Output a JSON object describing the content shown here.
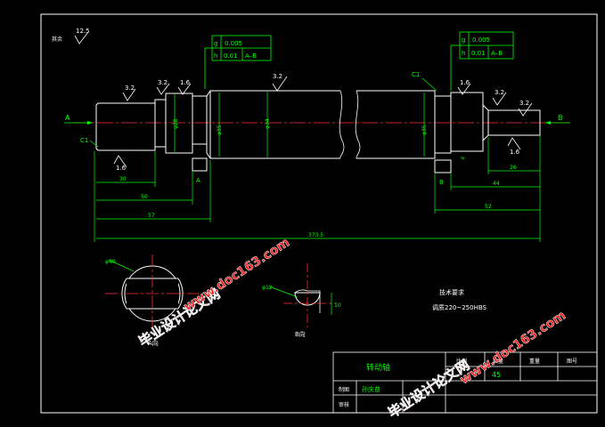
{
  "drawing": {
    "corner_finish": "其余",
    "corner_roughness": "12.5",
    "section_a": {
      "arrow": "A",
      "label": "A向"
    },
    "section_b": {
      "arrow": "B",
      "label": "B向"
    },
    "chamfer_left": "C1",
    "chamfer_right": "C1",
    "roughness_values": [
      "3.2",
      "3.2",
      "1.6",
      "3.2",
      "1.6",
      "1.6",
      "3.2",
      "3.2",
      "1.6"
    ],
    "tol_left": {
      "row1_sym": "g",
      "row1_val": "0.005",
      "row2_sym": "h",
      "row2_val": "0.01",
      "row2_ref": "A–B"
    },
    "tol_right": {
      "row1_sym": "g",
      "row1_val": "0.005",
      "row2_sym": "h",
      "row2_val": "0.01",
      "row2_ref": "A–B"
    },
    "datum_a": "A",
    "datum_b": "B",
    "dims": {
      "d30": "30",
      "d50": "50",
      "d57": "57",
      "d3735": "373.5",
      "d26": "26",
      "d44": "44",
      "d52": "52",
      "phi28": "φ28",
      "phi35": "φ35",
      "phi34": "φ34",
      "phi35b": "φ35",
      "phi40": "φ40",
      "phi12": "φ12",
      "len10": "10",
      "r8": "8"
    },
    "requirements_title": "技术要求",
    "requirements_text": "调质220~250HBS",
    "title_block": {
      "part_name": "转动轴",
      "ratio_label": "比例",
      "qty_label": "数量",
      "weight_label": "重量",
      "drawing_no_label": "图号",
      "material_value": "45",
      "drawn_label": "制图",
      "drawn_value": "孙庆普",
      "checked_label": "审核"
    },
    "watermarks": [
      "毕业设计论文网",
      "www.doc163.com"
    ]
  }
}
